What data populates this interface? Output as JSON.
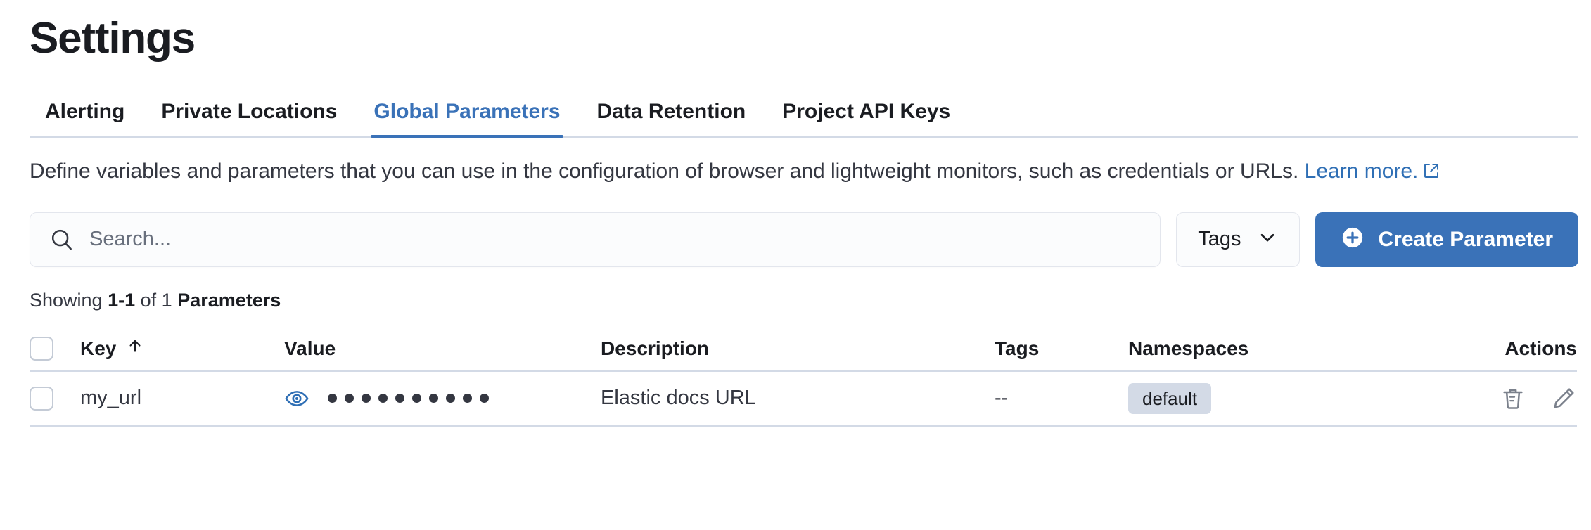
{
  "header": {
    "title": "Settings"
  },
  "tabs": [
    {
      "label": "Alerting",
      "active": false,
      "name": "tab-alerting"
    },
    {
      "label": "Private Locations",
      "active": false,
      "name": "tab-private-locations"
    },
    {
      "label": "Global Parameters",
      "active": true,
      "name": "tab-global-parameters"
    },
    {
      "label": "Data Retention",
      "active": false,
      "name": "tab-data-retention"
    },
    {
      "label": "Project API Keys",
      "active": false,
      "name": "tab-project-api-keys"
    }
  ],
  "description": {
    "text": "Define variables and parameters that you can use in the configuration of browser and lightweight monitors, such as credentials or URLs.",
    "link_text": "Learn more.",
    "link_icon": "external-link-icon"
  },
  "controls": {
    "search": {
      "placeholder": "Search...",
      "value": "",
      "icon": "search-icon"
    },
    "tags_filter": {
      "label": "Tags",
      "icon": "chevron-down-icon"
    },
    "create_button": {
      "label": "Create Parameter",
      "icon": "plus-circle-icon"
    }
  },
  "showing": {
    "prefix": "Showing",
    "range": "1-1",
    "middle": "of 1",
    "suffix": "Parameters"
  },
  "table": {
    "columns": [
      {
        "label": "Key",
        "sort": "ascending",
        "sort_icon": "arrow-up-icon"
      },
      {
        "label": "Value"
      },
      {
        "label": "Description"
      },
      {
        "label": "Tags"
      },
      {
        "label": "Namespaces"
      },
      {
        "label": "Actions"
      }
    ],
    "rows": [
      {
        "selected": false,
        "key": "my_url",
        "value_masked": "••••••••••",
        "value_dot_count": 10,
        "value_toggle_icon": "eye-icon",
        "description": "Elastic docs URL",
        "tags": "--",
        "namespaces": [
          "default"
        ],
        "actions": [
          {
            "name": "delete-parameter-button",
            "icon": "trash-icon"
          },
          {
            "name": "edit-parameter-button",
            "icon": "pencil-icon"
          }
        ]
      }
    ]
  },
  "colors": {
    "accent": "#3a72b8",
    "text": "#1a1c21",
    "subtle_text": "#69707d",
    "border": "#d3dae6",
    "badge_bg": "#d3dae6",
    "button_text": "#ffffff"
  }
}
